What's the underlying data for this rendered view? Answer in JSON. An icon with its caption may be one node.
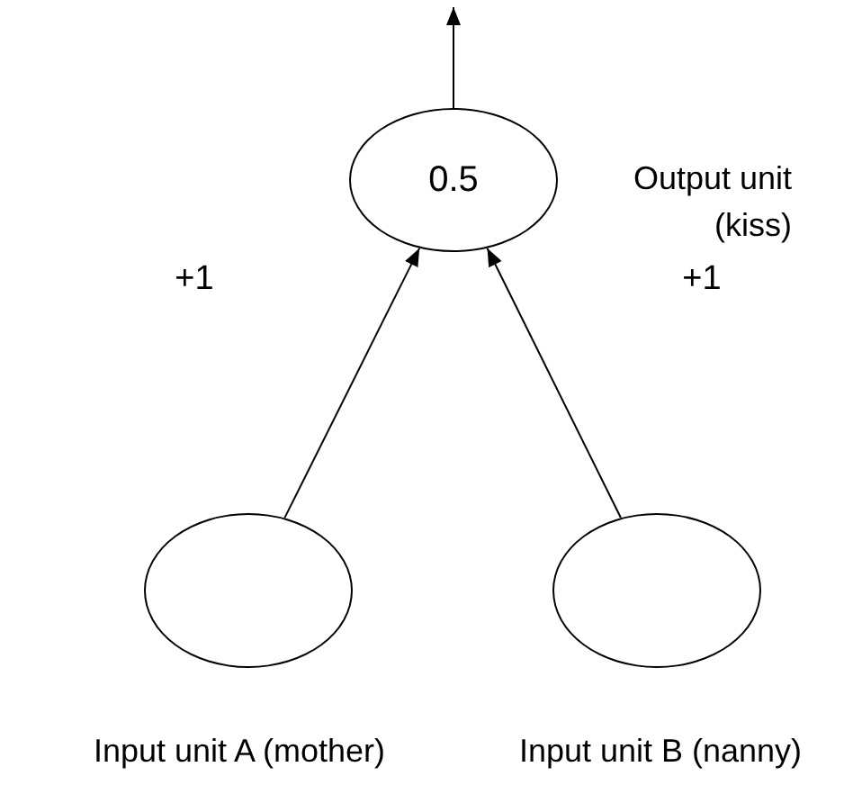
{
  "diagram": {
    "nodes": [
      {
        "text": [
          "0.5"
        ],
        "beside": [
          "Output unit (kiss)"
        ]
      },
      {
        "text": [],
        "shape": "circle",
        "beside": [
          "Input unit A (mother)"
        ]
      },
      {
        "text": [],
        "shape": "circle",
        "beside": [
          "Input unit B (nanny)"
        ]
      }
    ],
    "edges": [
      {
        "from": 1,
        "to": 0,
        "arrow": "to",
        "label": "+1"
      },
      {
        "from": 2,
        "to": 0,
        "arrow": "to",
        "label": "+1"
      },
      {
        "from": 0,
        "to": null,
        "arrow": "to"
      }
    ]
  }
}
